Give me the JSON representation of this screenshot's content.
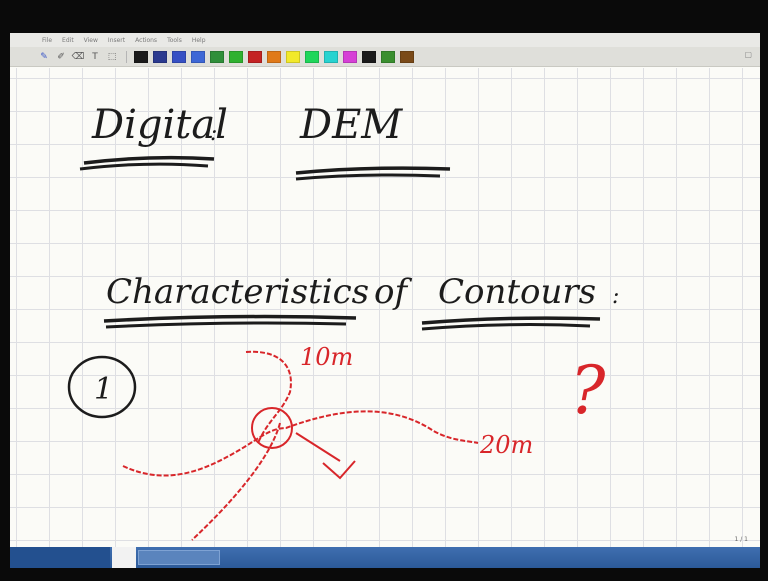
{
  "menubar": {
    "items": [
      "File",
      "Edit",
      "View",
      "Insert",
      "Actions",
      "Tools",
      "Help"
    ]
  },
  "toolbar": {
    "pen_tool_icon": "pen-icon",
    "highlighter_tool_icon": "highlighter-icon",
    "eraser_tool_icon": "eraser-icon",
    "palette_colors": [
      "#1a1a1a",
      "#2b3a8f",
      "#3650c4",
      "#3d67d6",
      "#2f8f3a",
      "#2fb12f",
      "#c42323",
      "#e07a19",
      "#f2e92a",
      "#1fd65a",
      "#27d3d0",
      "#d640d6",
      "#1a1a1a",
      "#3a8f2f",
      "#7a4a18"
    ]
  },
  "notes": {
    "heading_1": "Digital",
    "heading_1_suffix": ":",
    "heading_2": "DEM",
    "subheading_1": "Characteristics",
    "subheading_of": "of",
    "subheading_2": "Contours",
    "subheading_suffix": ":",
    "item_number": "1",
    "contour_label_1": "10m",
    "contour_label_2": "20m",
    "question_mark": "?",
    "ink_colors": {
      "black": "#1c1c1c",
      "red": "#d8262a"
    }
  },
  "status": {
    "page_indicator": "1 / 1"
  }
}
